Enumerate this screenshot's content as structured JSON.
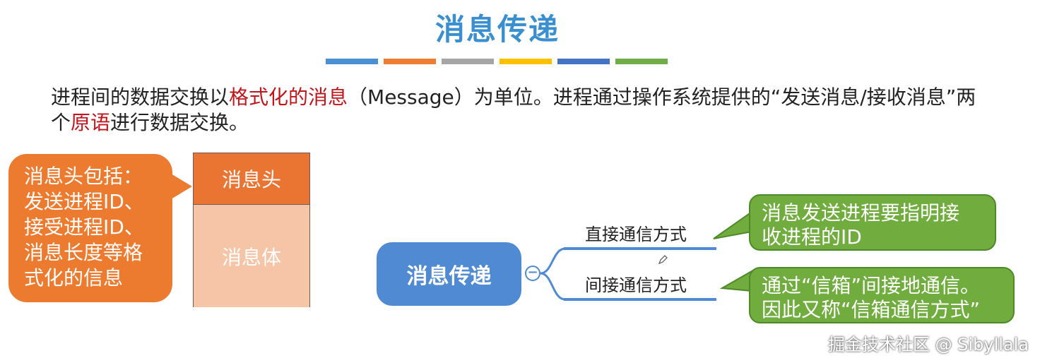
{
  "title": "消息传递",
  "color_bar": [
    "#4a8fd4",
    "#ed7d31",
    "#a5a5a5",
    "#ffc000",
    "#4472c4",
    "#70ad47"
  ],
  "intro": {
    "p1": "进程间的数据交换以",
    "p1_red": "格式化的消息",
    "p2": "（Message）为单位。进程通过操作系统提供的“发送消息/接收消息”两个",
    "p2_red": "原语",
    "p3": "进行数据交换。"
  },
  "header_callout": {
    "lines": [
      "消息头包括：",
      "发送进程ID、",
      "接受进程ID、",
      "消息长度等格",
      "式化的信息"
    ]
  },
  "message_box": {
    "head": "消息头",
    "body": "消息体"
  },
  "mindmap": {
    "root": "消息传递",
    "collapse_symbol": "−",
    "branches": [
      {
        "label": "直接通信方式",
        "note": [
          "消息发送进程要指明接",
          "收进程的ID"
        ]
      },
      {
        "label": "间接通信方式",
        "note": [
          "通过“信箱”间接地通信。",
          "因此又称“信箱通信方式”"
        ]
      }
    ]
  },
  "watermark": "掘金技术社区 @ Sibyllala"
}
